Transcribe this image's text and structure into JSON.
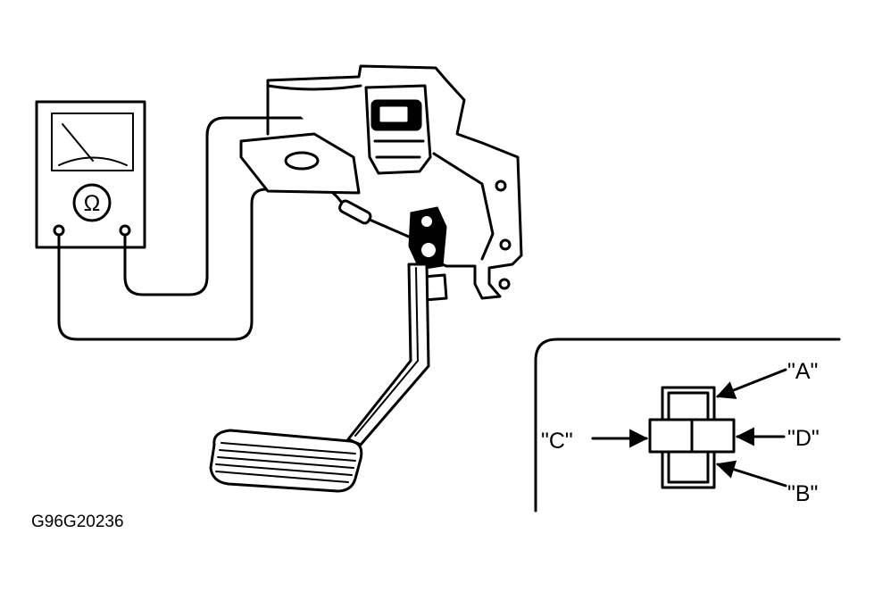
{
  "figure_code": "G96G20236",
  "meter": {
    "symbol": "Ω"
  },
  "connector_labels": {
    "a": "\"A\"",
    "b": "\"B\"",
    "c": "\"C\"",
    "d": "\"D\""
  }
}
